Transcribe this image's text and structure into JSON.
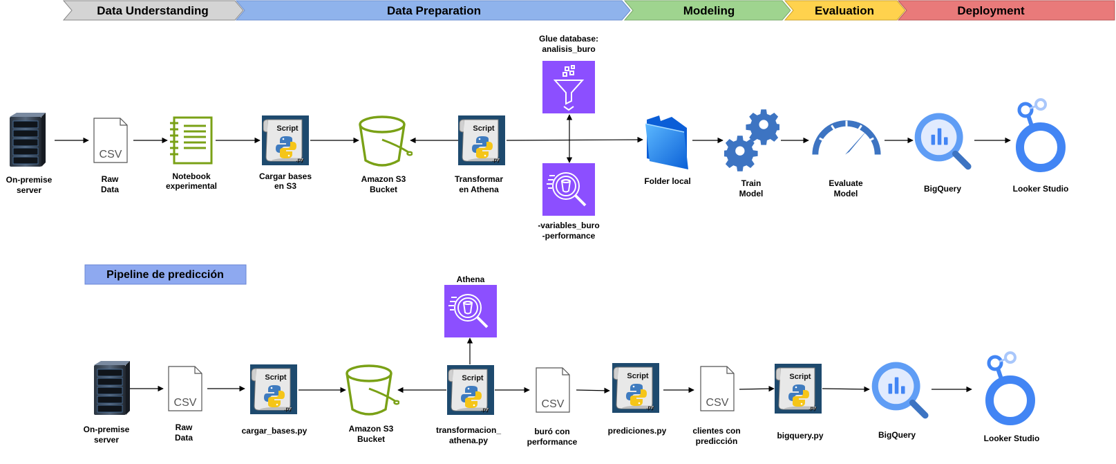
{
  "phases": [
    {
      "label": "Data Understanding",
      "color": "#d4d4d4"
    },
    {
      "label": "Data Preparation",
      "color": "#8fb3ec"
    },
    {
      "label": "Modeling",
      "color": "#9fd48f"
    },
    {
      "label": "Evaluation",
      "color": "#ffd24d"
    },
    {
      "label": "Deployment",
      "color": "#e97a7a"
    }
  ],
  "training": {
    "on_premise": [
      "On-premise",
      "server"
    ],
    "raw_data": [
      "Raw",
      "Data"
    ],
    "notebook": [
      "Notebook",
      "experimental"
    ],
    "cargar_bases": [
      "Cargar bases",
      "en S3"
    ],
    "s3_bucket": [
      "Amazon S3",
      "Bucket"
    ],
    "transformar": [
      "Transformar",
      "en Athena"
    ],
    "glue": [
      "Glue database:",
      "analisis_buro"
    ],
    "athena_tables": [
      "-variables_buro",
      "-performance"
    ],
    "folder_local": [
      "Folder local"
    ],
    "train_model": [
      "Train",
      "Model"
    ],
    "evaluate_model": [
      "Evaluate",
      "Model"
    ],
    "bigquery": [
      "BigQuery"
    ],
    "looker": [
      "Looker Studio"
    ]
  },
  "pipeline_title": "Pipeline de predicción",
  "prediction": {
    "on_premise": [
      "On-premise",
      "server"
    ],
    "raw_data": [
      "Raw",
      "Data"
    ],
    "cargar_bases": [
      "cargar_bases.py"
    ],
    "s3_bucket": [
      "Amazon S3",
      "Bucket"
    ],
    "athena": [
      "Athena"
    ],
    "transformacion": [
      "transformacion_",
      "athena.py"
    ],
    "buro_csv": [
      "buró con",
      "performance"
    ],
    "prediciones": [
      "prediciones.py"
    ],
    "clientes_csv": [
      "clientes con",
      "predicción"
    ],
    "bigquery_py": [
      "bigquery.py"
    ],
    "bigquery": [
      "BigQuery"
    ],
    "looker": [
      "Looker Studio"
    ]
  },
  "icon_texts": {
    "csv": "CSV",
    "script": "Script",
    "py": ".py"
  },
  "colors": {
    "aws_purple": "#8c4fff",
    "s3_green": "#7aa116",
    "script_bg": "#1e4a6e",
    "google_blue": "#4285f4",
    "pipeline_title_bg": "#8ea9f0",
    "folder_blue": "#1f8bff"
  }
}
